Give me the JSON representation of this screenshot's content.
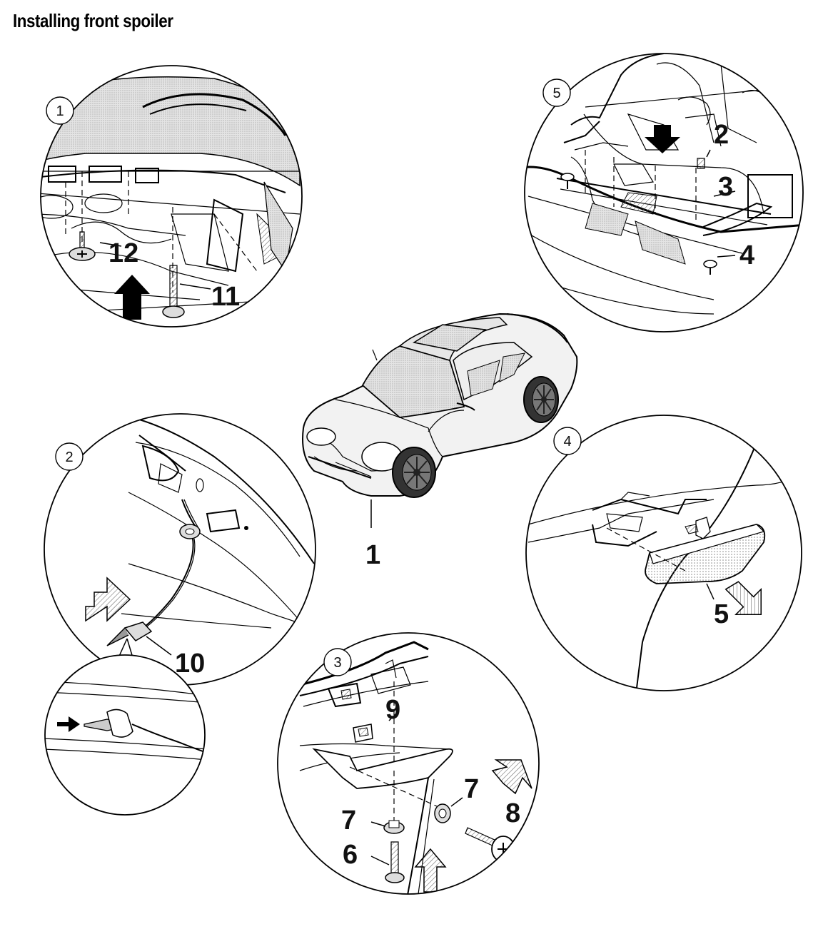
{
  "title": "Installing front spoiler",
  "steps": [
    {
      "number": "1",
      "callouts": [
        "12",
        "11"
      ]
    },
    {
      "number": "2",
      "callouts": [
        "10"
      ]
    },
    {
      "number": "3",
      "callouts": [
        "9",
        "7",
        "7",
        "8",
        "6"
      ]
    },
    {
      "number": "4",
      "callouts": [
        "5"
      ]
    },
    {
      "number": "5",
      "callouts": [
        "2",
        "3",
        "4"
      ]
    }
  ],
  "car_label": "1"
}
